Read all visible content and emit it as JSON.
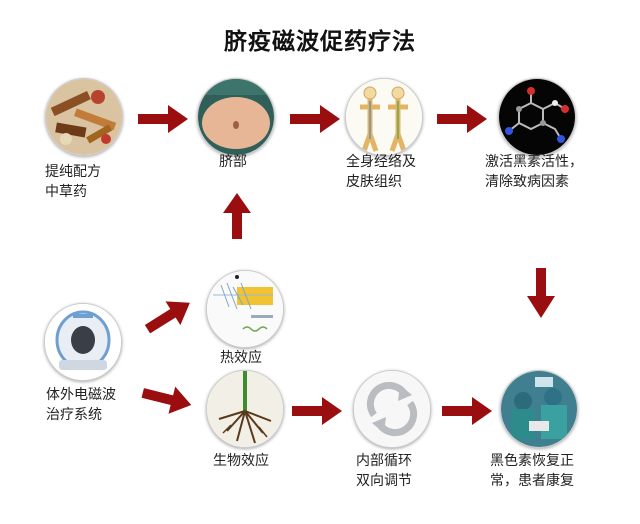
{
  "title": "脐疫磁波促药疗法",
  "nodes": {
    "herbs": {
      "line1": "提纯配方",
      "line2": "中草药"
    },
    "navel": {
      "line1": "脐部"
    },
    "meridians": {
      "line1": "全身经络及",
      "line2": "皮肤组织"
    },
    "molecule": {
      "line1": "激活黑素活性，",
      "line2": "清除致病因素"
    },
    "device": {
      "line1": "体外电磁波",
      "line2": "治疗系统"
    },
    "thermal": {
      "line1": "热效应"
    },
    "bio": {
      "line1": "生物效应"
    },
    "cycle": {
      "line1": "内部循环",
      "line2": "双向调节"
    },
    "recovery": {
      "line1": "黑色素恢复正",
      "line2": "常，患者康复"
    }
  },
  "colors": {
    "arrow": "#9b0e10"
  }
}
